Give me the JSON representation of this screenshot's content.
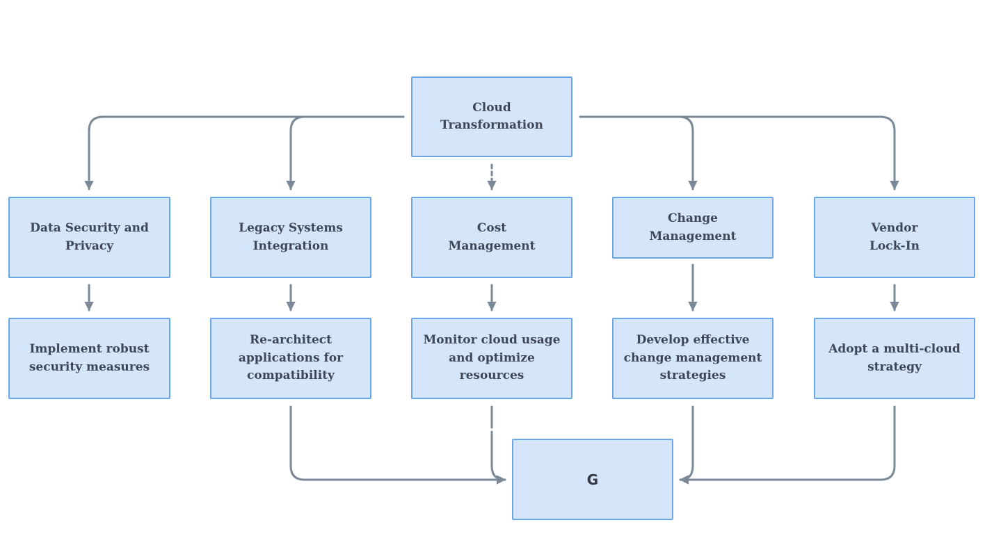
{
  "root": {
    "label": "Cloud\nTransformation"
  },
  "challenges": [
    {
      "label": "Data Security and\nPrivacy"
    },
    {
      "label": "Legacy Systems\nIntegration"
    },
    {
      "label": "Cost\nManagement"
    },
    {
      "label": "Change\nManagement"
    },
    {
      "label": "Vendor\nLock-In"
    }
  ],
  "solutions": [
    {
      "label": "Implement robust\nsecurity measures"
    },
    {
      "label": "Re-architect\napplications for\ncompatibility"
    },
    {
      "label": "Monitor cloud usage\nand optimize\nresources"
    },
    {
      "label": "Develop effective\nchange management\nstrategies"
    },
    {
      "label": "Adopt a multi-cloud\nstrategy"
    }
  ],
  "final": {
    "label": "G"
  },
  "colors": {
    "node_fill": "#d5e6fb",
    "node_border": "#6aa6e6",
    "connector": "#7a8898",
    "text": "#3d4756"
  }
}
